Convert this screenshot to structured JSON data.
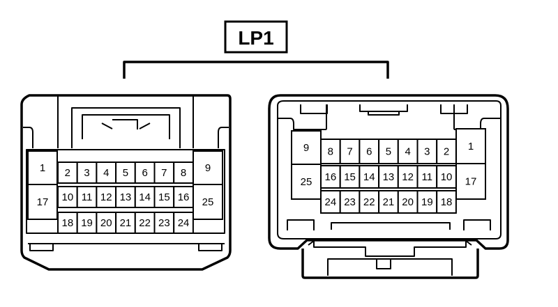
{
  "connector_label": "LP1",
  "left_connector": {
    "pins": [
      "1",
      "2",
      "3",
      "4",
      "5",
      "6",
      "7",
      "8",
      "9",
      "10",
      "11",
      "12",
      "13",
      "14",
      "15",
      "16",
      "17",
      "18",
      "19",
      "20",
      "21",
      "22",
      "23",
      "24",
      "25"
    ]
  },
  "right_connector": {
    "pins": [
      "1",
      "2",
      "3",
      "4",
      "5",
      "6",
      "7",
      "8",
      "9",
      "10",
      "11",
      "12",
      "13",
      "14",
      "15",
      "16",
      "17",
      "18",
      "19",
      "20",
      "21",
      "22",
      "23",
      "24",
      "25"
    ]
  }
}
